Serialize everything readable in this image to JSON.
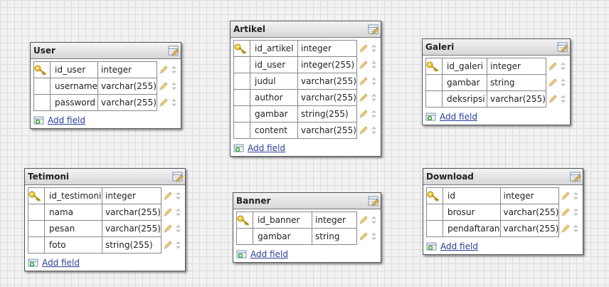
{
  "icons": {
    "key": "key-icon",
    "edit": "pencil-icon",
    "reorder": "spinner-arrows-icon",
    "table_edit": "edit-table-icon",
    "add_field": "add-field-icon"
  },
  "colors": {
    "key": "#e8b818",
    "link": "#2a3f9a",
    "pencil": "#e0b050"
  },
  "tables": [
    {
      "title": "User",
      "add_label": "Add field",
      "fields": [
        {
          "name": "id_user",
          "type": "integer",
          "key": true
        },
        {
          "name": "username",
          "type": "varchar(255)",
          "key": false
        },
        {
          "name": "password",
          "type": "varchar(255)",
          "key": false
        }
      ]
    },
    {
      "title": "Artikel",
      "add_label": "Add field",
      "fields": [
        {
          "name": "id_artikel",
          "type": "integer",
          "key": true
        },
        {
          "name": "id_user",
          "type": "integer(255)",
          "key": false
        },
        {
          "name": "judul",
          "type": "varchar(255)",
          "key": false
        },
        {
          "name": "author",
          "type": "varchar(255)",
          "key": false
        },
        {
          "name": "gambar",
          "type": "string(255)",
          "key": false
        },
        {
          "name": "content",
          "type": "varchar(255)",
          "key": false
        }
      ]
    },
    {
      "title": "Galeri",
      "add_label": "Add field",
      "fields": [
        {
          "name": "id_galeri",
          "type": "integer",
          "key": true
        },
        {
          "name": "gambar",
          "type": "string",
          "key": false
        },
        {
          "name": "deksripsi",
          "type": "varchar(255)",
          "key": false
        }
      ]
    },
    {
      "title": "Tetimoni",
      "add_label": "Add field",
      "fields": [
        {
          "name": "id_testimoni",
          "type": "integer",
          "key": true
        },
        {
          "name": "nama",
          "type": "varchar(255)",
          "key": false
        },
        {
          "name": "pesan",
          "type": "varchar(255)",
          "key": false
        },
        {
          "name": "foto",
          "type": "string(255)",
          "key": false
        }
      ]
    },
    {
      "title": "Banner",
      "add_label": "Add field",
      "fields": [
        {
          "name": "id_banner",
          "type": "integer",
          "key": true
        },
        {
          "name": "gambar",
          "type": "string",
          "key": false
        }
      ]
    },
    {
      "title": "Download",
      "add_label": "Add field",
      "fields": [
        {
          "name": "id",
          "type": "integer",
          "key": true
        },
        {
          "name": "brosur",
          "type": "varchar(255)",
          "key": false
        },
        {
          "name": "pendaftaran",
          "type": "varchar(255)",
          "key": false
        }
      ]
    }
  ]
}
